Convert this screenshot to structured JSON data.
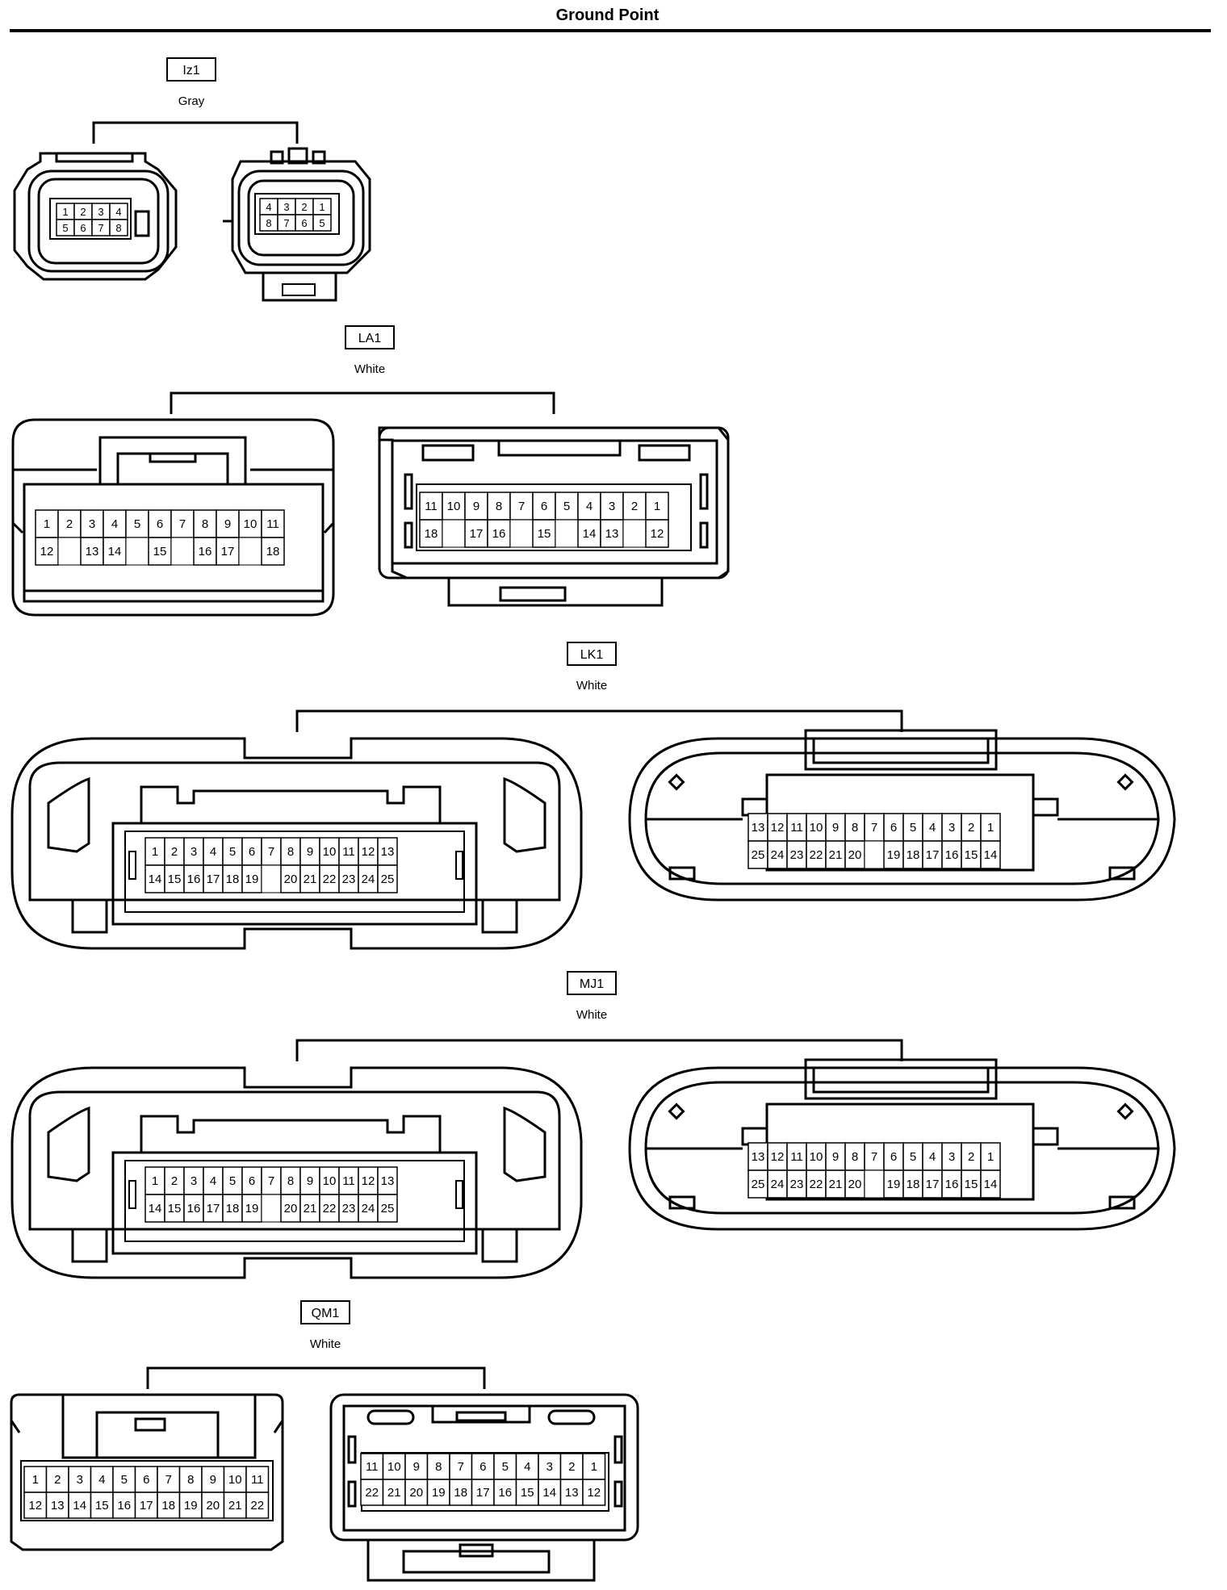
{
  "title": "Ground Point",
  "connectors": [
    {
      "id": "Iz1",
      "color": "Gray",
      "views": [
        {
          "rows": [
            [
              "1",
              "2",
              "3",
              "4"
            ],
            [
              "5",
              "6",
              "7",
              "8"
            ]
          ]
        },
        {
          "rows": [
            [
              "4",
              "3",
              "2",
              "1"
            ],
            [
              "8",
              "7",
              "6",
              "5"
            ]
          ]
        }
      ]
    },
    {
      "id": "LA1",
      "color": "White",
      "views": [
        {
          "rows": [
            [
              "1",
              "2",
              "3",
              "4",
              "5",
              "6",
              "7",
              "8",
              "9",
              "10",
              "11"
            ],
            [
              "12",
              "",
              "13",
              "14",
              "",
              "15",
              "",
              "16",
              "17",
              "",
              "18"
            ]
          ]
        },
        {
          "rows": [
            [
              "11",
              "10",
              "9",
              "8",
              "7",
              "6",
              "5",
              "4",
              "3",
              "2",
              "1"
            ],
            [
              "18",
              "",
              "17",
              "16",
              "",
              "15",
              "",
              "14",
              "13",
              "",
              "12"
            ]
          ]
        }
      ]
    },
    {
      "id": "LK1",
      "color": "White",
      "views": [
        {
          "rows": [
            [
              "1",
              "2",
              "3",
              "4",
              "5",
              "6",
              "7",
              "8",
              "9",
              "10",
              "11",
              "12",
              "13"
            ],
            [
              "14",
              "15",
              "16",
              "17",
              "18",
              "19",
              "",
              "20",
              "21",
              "22",
              "23",
              "24",
              "25"
            ]
          ]
        },
        {
          "rows": [
            [
              "13",
              "12",
              "11",
              "10",
              "9",
              "8",
              "7",
              "6",
              "5",
              "4",
              "3",
              "2",
              "1"
            ],
            [
              "25",
              "24",
              "23",
              "22",
              "21",
              "20",
              "",
              "19",
              "18",
              "17",
              "16",
              "15",
              "14"
            ]
          ]
        }
      ]
    },
    {
      "id": "MJ1",
      "color": "White",
      "views": [
        {
          "rows": [
            [
              "1",
              "2",
              "3",
              "4",
              "5",
              "6",
              "7",
              "8",
              "9",
              "10",
              "11",
              "12",
              "13"
            ],
            [
              "14",
              "15",
              "16",
              "17",
              "18",
              "19",
              "",
              "20",
              "21",
              "22",
              "23",
              "24",
              "25"
            ]
          ]
        },
        {
          "rows": [
            [
              "13",
              "12",
              "11",
              "10",
              "9",
              "8",
              "7",
              "6",
              "5",
              "4",
              "3",
              "2",
              "1"
            ],
            [
              "25",
              "24",
              "23",
              "22",
              "21",
              "20",
              "",
              "19",
              "18",
              "17",
              "16",
              "15",
              "14"
            ]
          ]
        }
      ]
    },
    {
      "id": "QM1",
      "color": "White",
      "views": [
        {
          "rows": [
            [
              "1",
              "2",
              "3",
              "4",
              "5",
              "6",
              "7",
              "8",
              "9",
              "10",
              "11"
            ],
            [
              "12",
              "13",
              "14",
              "15",
              "16",
              "17",
              "18",
              "19",
              "20",
              "21",
              "22"
            ]
          ]
        },
        {
          "rows": [
            [
              "11",
              "10",
              "9",
              "8",
              "7",
              "6",
              "5",
              "4",
              "3",
              "2",
              "1"
            ],
            [
              "22",
              "21",
              "20",
              "19",
              "18",
              "17",
              "16",
              "15",
              "14",
              "13",
              "12"
            ]
          ]
        }
      ]
    }
  ]
}
